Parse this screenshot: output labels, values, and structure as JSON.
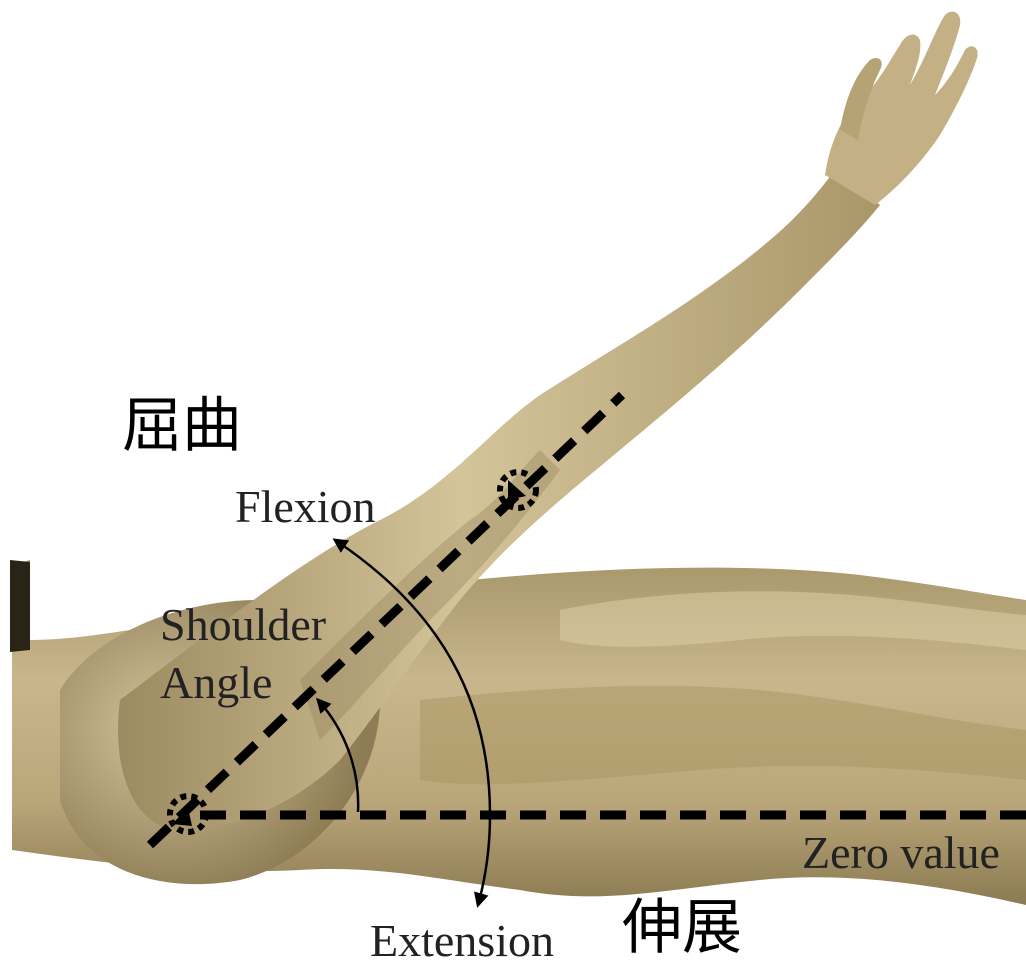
{
  "labels": {
    "flexion_ja": "屈曲",
    "flexion_en": "Flexion",
    "shoulder_angle_line1": "Shoulder",
    "shoulder_angle_line2": "Angle",
    "zero_value": "Zero value",
    "extension_en": "Extension",
    "extension_ja": "伸展"
  },
  "colors": {
    "skin_base": "#c7b48a",
    "skin_shadow": "#8f7d55",
    "skin_highlight": "#e3d5ad",
    "line": "#000000",
    "background": "#ffffff"
  },
  "icons": {
    "shoulder_joint": "dashed-circle-icon",
    "elbow_joint": "dashed-circle-icon"
  }
}
